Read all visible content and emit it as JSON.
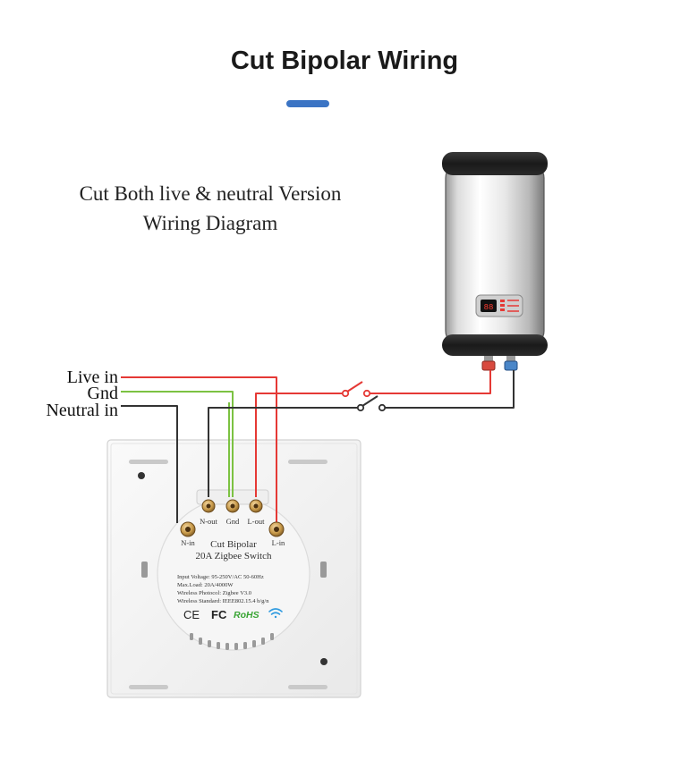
{
  "header": {
    "title": "Cut Bipolar Wiring",
    "subtitle_line1": "Cut Both live & neutral Version",
    "subtitle_line2": "Wiring Diagram",
    "accent_color": "#3b74c4"
  },
  "wires": {
    "live_label": "Live in",
    "gnd_label": "Gnd",
    "neutral_label": "Neutral in",
    "live_color": "#e53935",
    "gnd_color": "#7cc242",
    "neutral_color": "#333333"
  },
  "switch": {
    "terminals": {
      "n_out": "N-out",
      "gnd": "Gnd",
      "l_out": "L-out",
      "n_in": "N-in",
      "l_in": "L-in"
    },
    "name_line1": "Cut Bipolar",
    "name_line2": "20A Zigbee Switch",
    "spec_voltage": "Input Voltage: 95-250V/AC 50-60Hz",
    "spec_load": "Max.Load: 20A/4000W",
    "spec_protocol": "Wireless Photocol: Zigbee V3.0",
    "spec_standard": "Wireless Standard: IEEE802.15.4 b/g/n",
    "cert_ce": "CE",
    "cert_fc": "FC",
    "cert_rohs": "RoHS",
    "wifi_icon": "wifi-icon"
  },
  "heater": {
    "display_icon": "digital-display-icon"
  }
}
